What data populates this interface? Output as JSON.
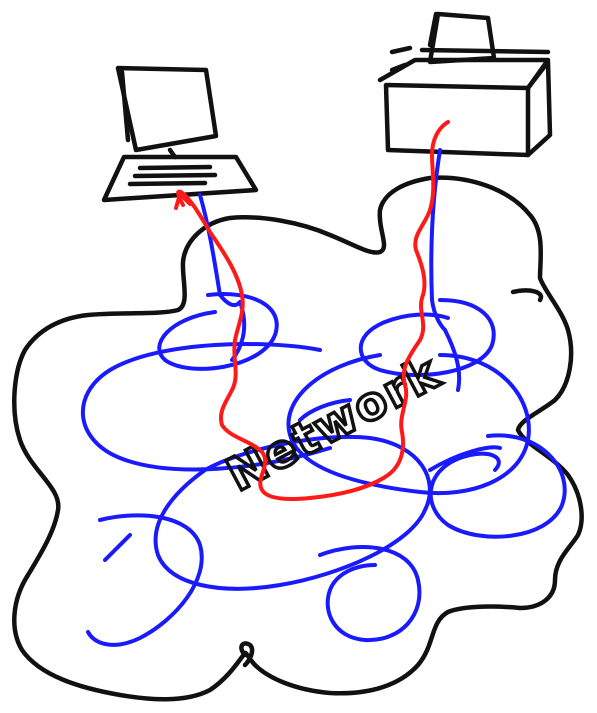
{
  "diagram": {
    "label": "Network",
    "colors": {
      "outline": "#111111",
      "network_paths": "#1a1aff",
      "highlighted_route": "#ff1a1a",
      "background": "#ffffff"
    },
    "nodes": [
      {
        "id": "laptop",
        "icon": "laptop-icon"
      },
      {
        "id": "printer",
        "icon": "printer-icon"
      }
    ],
    "cloud_icon": "cloud-icon"
  }
}
